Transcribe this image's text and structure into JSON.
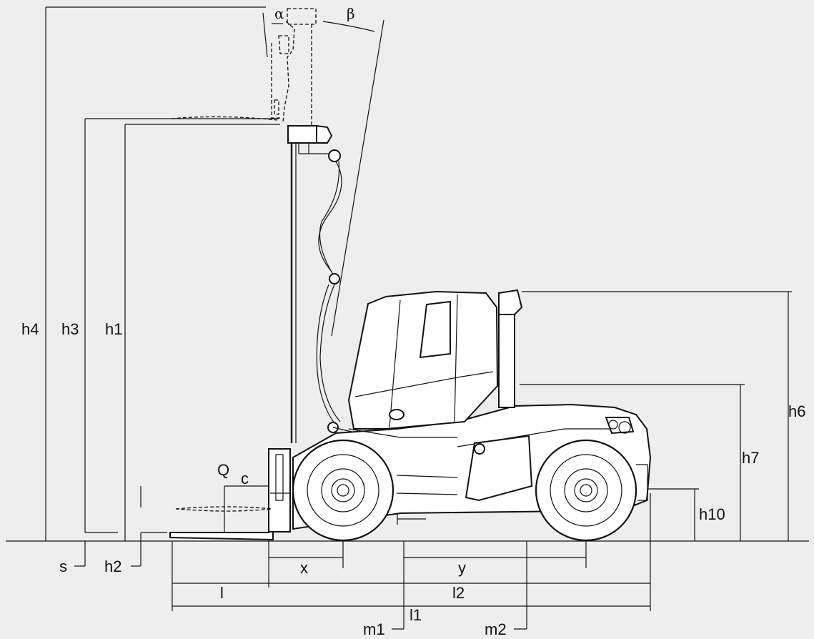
{
  "diagram": {
    "labels": {
      "alpha": "α",
      "beta": "β",
      "h4": "h4",
      "h3": "h3",
      "h1": "h1",
      "h6": "h6",
      "h7": "h7",
      "h10": "h10",
      "Q": "Q",
      "c": "c",
      "s": "s",
      "h2": "h2",
      "x": "x",
      "y": "y",
      "l": "l",
      "l2": "l2",
      "l1": "l1",
      "m1": "m1",
      "m2": "m2"
    }
  }
}
